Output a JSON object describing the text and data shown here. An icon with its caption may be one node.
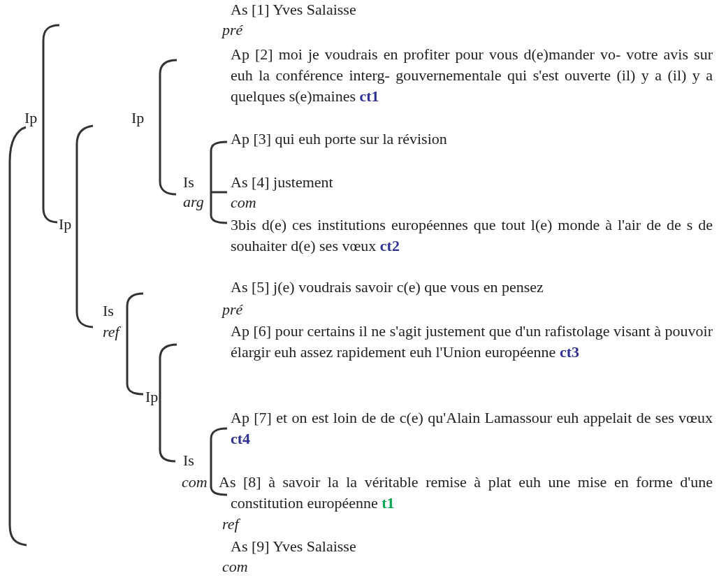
{
  "diagram": {
    "labels": [
      "As [1] Yves Salaisse",
      "pré",
      "Ap [2] moi je voudrais en profiter pour vous d(e)mander vo- votre avis sur euh la conférence interg- gouvernementale qui s'est ouverte (il) y a (il) y a quelques s(e)maines **ct1**",
      "Ip",
      "Ip",
      "Ap [3] qui euh porte sur la révision",
      "Is",
      "As [4] justement",
      "arg",
      "com",
      "Ip",
      "3bis d(e) ces institutions européennes que tout l(e) monde à l'air de de s de souhaiter d(e) ses vœux **ct2**",
      "As [5] j(e) voudrais savoir c(e) que vous en pensez",
      "Is",
      "pré",
      "ref",
      "Ap [6] pour certains il ne s'agit justement que d'un rafistolage visant à pouvoir élargir euh assez rapidement euh l'Union européenne **ct3**",
      "Ip",
      "Ap [7] et on est loin de de c(e) qu'Alain Lamassour euh appelait de ses vœux **ct4**",
      "Is",
      "com",
      "As [8] à savoir la la véritable remise à plat euh une mise en forme d'une constitution européenne **t1**",
      "ref",
      "As [9] Yves Salaisse",
      "com"
    ]
  }
}
